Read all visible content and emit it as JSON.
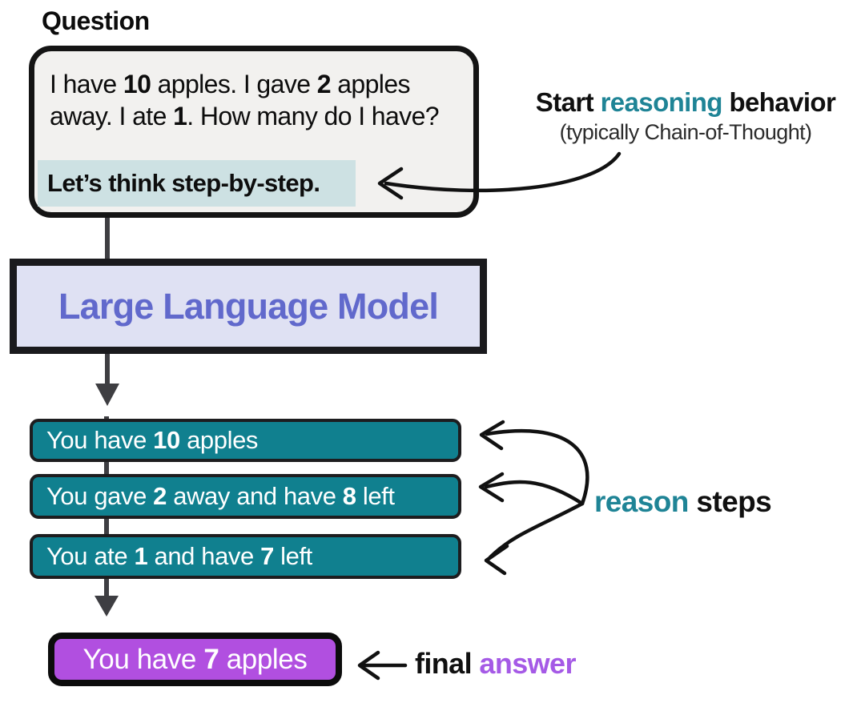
{
  "diagram_title": "Question",
  "question": {
    "label": "Question",
    "text": {
      "s1": "I have ",
      "b1": "10",
      "s2": " apples. I gave ",
      "b2": "2",
      "s3": " apples",
      "s4": "away. I ate ",
      "b3": "1",
      "s5": ". How many do I have?"
    },
    "prompt_highlight": "Let’s think step-by-step."
  },
  "reasoning_annotation": {
    "start": "Start ",
    "reasoning": "reasoning",
    "behavior": " behavior",
    "subtitle": "(typically Chain-of-Thought)"
  },
  "llm": {
    "label": "Large Language Model"
  },
  "steps": [
    {
      "s1": "You have ",
      "b1": "10",
      "s2": " apples"
    },
    {
      "s1": "You gave ",
      "b1": "2",
      "s2": " away and have ",
      "b2": "8",
      "s3": " left"
    },
    {
      "s1": "You ate ",
      "b1": "1",
      "s2": " and have ",
      "b2": "7",
      "s3": " left"
    }
  ],
  "reason_steps_label": {
    "reason": "reason",
    "steps": " steps"
  },
  "answer": {
    "s1": "You have ",
    "b1": "7",
    "s2": " apples"
  },
  "final_answer_label": {
    "final": "final ",
    "answer": "answer"
  },
  "colors": {
    "question_box_bg": "#f2f1ef",
    "prompt_highlight_bg": "#cde1e3",
    "llm_box_bg": "#dfe1f3",
    "llm_text": "#6169cc",
    "step_box_bg": "#10808f",
    "step_text": "#ffffff",
    "answer_box_bg": "#b14fe0",
    "accent_teal": "#1f8496",
    "accent_purple": "#a55ae6",
    "flow_arrow_gray": "#3e3e42",
    "annotation_arrow_black": "#111111"
  }
}
